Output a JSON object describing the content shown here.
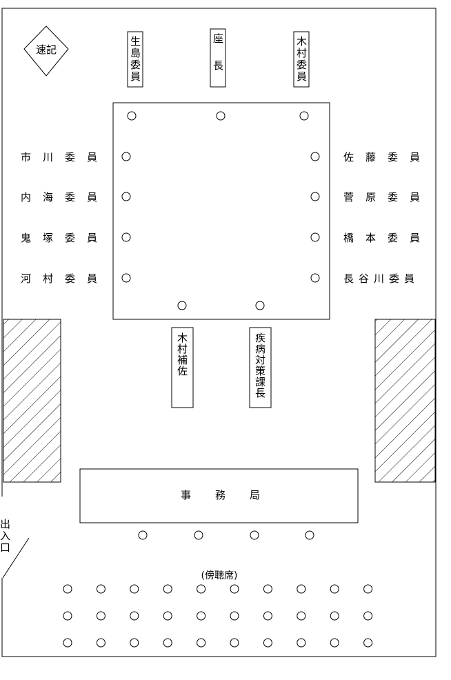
{
  "stenographer": "速記",
  "top_tags": [
    "生島委員",
    "座長",
    "木村委員"
  ],
  "left_members": [
    "市川委員",
    "内海委員",
    "鬼塚委員",
    "河村委員"
  ],
  "right_members": [
    "佐藤委員",
    "菅原委員",
    "橋本委員",
    "長谷川委員"
  ],
  "bottom_tags": [
    "木村補佐",
    "疾病対策課長"
  ],
  "secretariat": "事務局",
  "entrance": "出入口",
  "gallery": "(傍聴席)",
  "gallery_rows": 3,
  "gallery_cols": 10
}
